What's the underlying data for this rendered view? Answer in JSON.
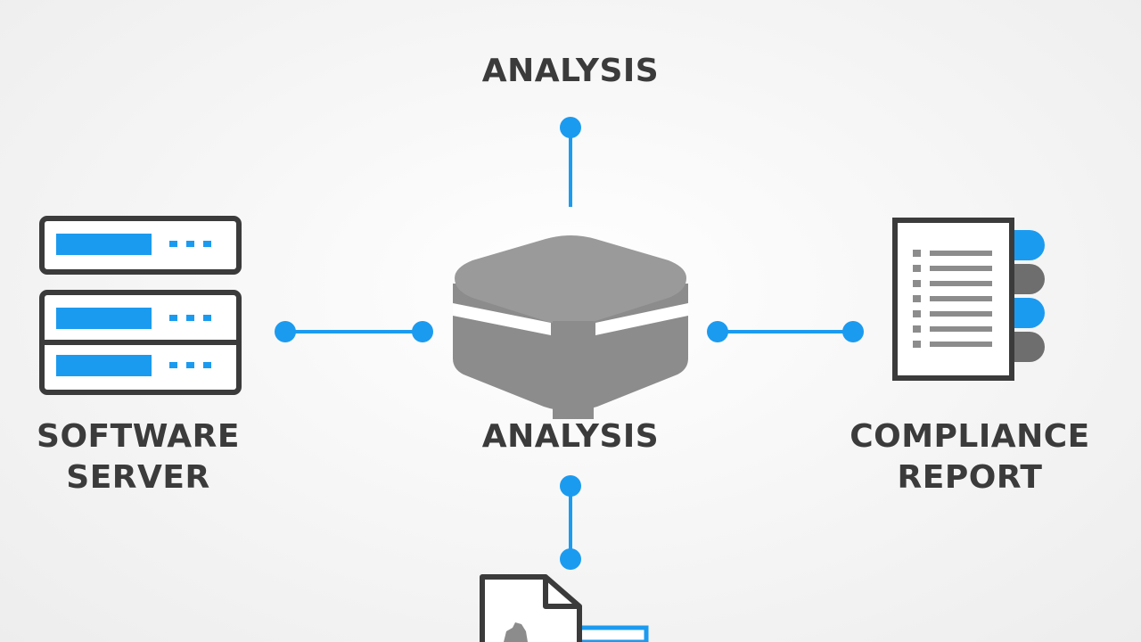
{
  "diagram": {
    "top_label": "ANALYSIS",
    "center_label": "ANALYSIS",
    "left_label": {
      "line1": "SOFTWARE",
      "line2": "SERVER"
    },
    "right_label": {
      "line1": "COMPLIANCE",
      "line2": "REPORT"
    }
  },
  "colors": {
    "accent_blue": "#1b9bf0",
    "dark_outline": "#3b3b3b",
    "hub_gray": "#8a8a8a",
    "background": "#f2f2f2"
  },
  "icons": {
    "left": "server-rack-icon",
    "center": "hub-box-icon",
    "right": "document-report-icon",
    "bottom": "file-folder-icon"
  }
}
